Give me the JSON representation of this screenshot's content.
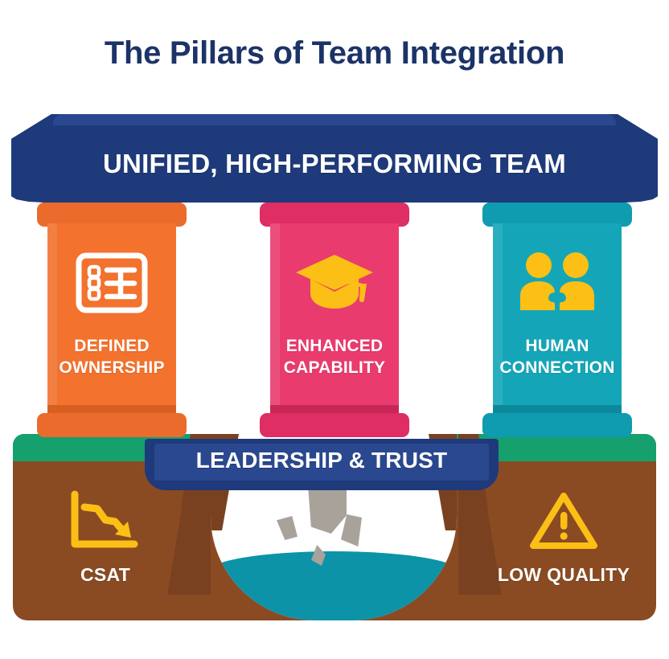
{
  "page": {
    "title": "The Pillars of Team Integration",
    "title_color": "#1C3368",
    "background": "#FFFFFF"
  },
  "roof": {
    "label": "UNIFIED, HIGH-PERFORMING TEAM",
    "color": "#1E3A7B",
    "text_color": "#FFFFFF"
  },
  "pillars": [
    {
      "label_line1": "DEFINED",
      "label_line2": "OWNERSHIP",
      "color": "#F2722E",
      "cap_color": "#EB6B2C",
      "shadow_color": "#D75F22",
      "icon": "ownership-board-icon",
      "icon_color": "#FFFFFF"
    },
    {
      "label_line1": "ENHANCED",
      "label_line2": "CAPABILITY",
      "color": "#E93B6E",
      "cap_color": "#DE2E63",
      "shadow_color": "#C62757",
      "icon": "graduation-cap-icon",
      "icon_color": "#FBBF15"
    },
    {
      "label_line1": "HUMAN",
      "label_line2": "CONNECTION",
      "color": "#14A6B8",
      "cap_color": "#0F9BB0",
      "shadow_color": "#0C8A9C",
      "icon": "two-people-puzzle-icon",
      "icon_color": "#FBBF15"
    }
  ],
  "banner": {
    "label": "LEADERSHIP & TRUST",
    "color": "#1E3A7B",
    "text_color": "#FFFFFF"
  },
  "foundation": {
    "soil_color": "#8A4B23",
    "grass_color": "#15A06E",
    "water_color": "#0C93A8",
    "debris_color": "#A8A29B",
    "items": [
      {
        "label": "CSAT",
        "icon": "declining-chart-icon",
        "icon_color": "#FBBF15"
      },
      {
        "label": "LOW QUALITY",
        "icon": "warning-triangle-icon",
        "icon_color": "#FBBF15"
      }
    ]
  }
}
